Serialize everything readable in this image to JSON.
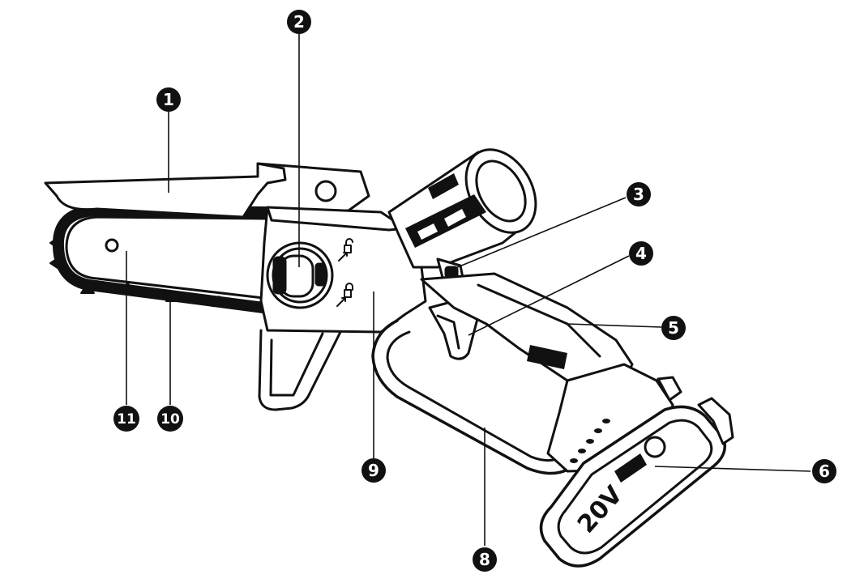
{
  "diagram": {
    "callouts": [
      {
        "id": 1,
        "label": "1"
      },
      {
        "id": 2,
        "label": "2"
      },
      {
        "id": 3,
        "label": "3"
      },
      {
        "id": 4,
        "label": "4"
      },
      {
        "id": 5,
        "label": "5"
      },
      {
        "id": 6,
        "label": "6"
      },
      {
        "id": 8,
        "label": "8"
      },
      {
        "id": 9,
        "label": "9"
      },
      {
        "id": 10,
        "label": "10"
      },
      {
        "id": 11,
        "label": "11"
      }
    ],
    "battery_voltage_label": "20V",
    "colors": {
      "line": "#111111",
      "fill": "#ffffff",
      "dark": "#111111",
      "gray": "#bdbdbd"
    }
  }
}
